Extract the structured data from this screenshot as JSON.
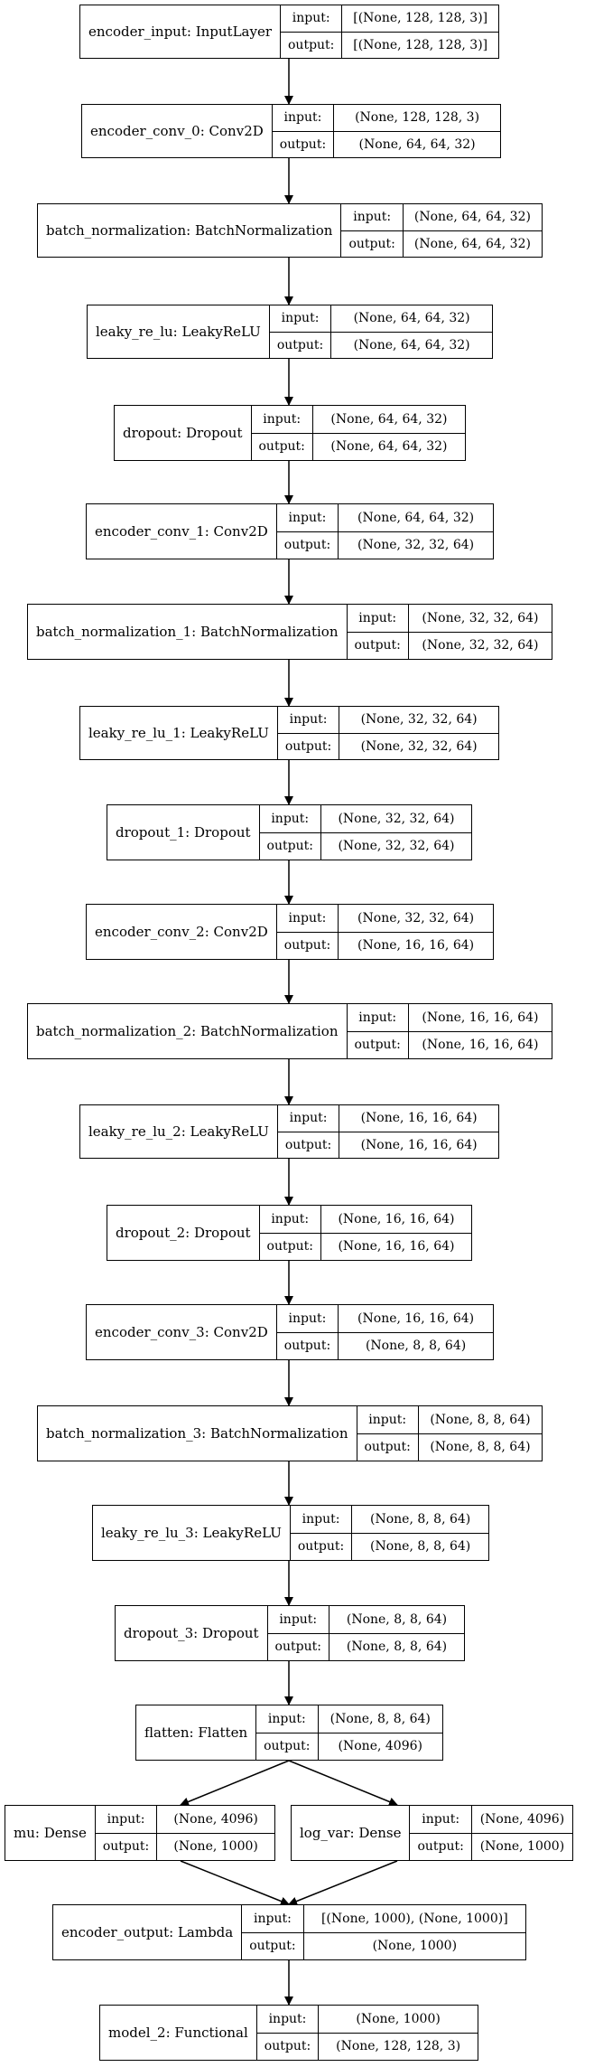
{
  "diagram": {
    "io_labels": {
      "input": "input:",
      "output": "output:"
    },
    "nodes": [
      {
        "id": "encoder_input",
        "name": "encoder_input: InputLayer",
        "input": "[(None, 128, 128, 3)]",
        "output": "[(None, 128, 128, 3)]"
      },
      {
        "id": "encoder_conv_0",
        "name": "encoder_conv_0: Conv2D",
        "input": "(None, 128, 128, 3)",
        "output": "(None, 64, 64, 32)"
      },
      {
        "id": "batch_normalization",
        "name": "batch_normalization: BatchNormalization",
        "input": "(None, 64, 64, 32)",
        "output": "(None, 64, 64, 32)"
      },
      {
        "id": "leaky_re_lu",
        "name": "leaky_re_lu: LeakyReLU",
        "input": "(None, 64, 64, 32)",
        "output": "(None, 64, 64, 32)"
      },
      {
        "id": "dropout",
        "name": "dropout: Dropout",
        "input": "(None, 64, 64, 32)",
        "output": "(None, 64, 64, 32)"
      },
      {
        "id": "encoder_conv_1",
        "name": "encoder_conv_1: Conv2D",
        "input": "(None, 64, 64, 32)",
        "output": "(None, 32, 32, 64)"
      },
      {
        "id": "batch_normalization_1",
        "name": "batch_normalization_1: BatchNormalization",
        "input": "(None, 32, 32, 64)",
        "output": "(None, 32, 32, 64)"
      },
      {
        "id": "leaky_re_lu_1",
        "name": "leaky_re_lu_1: LeakyReLU",
        "input": "(None, 32, 32, 64)",
        "output": "(None, 32, 32, 64)"
      },
      {
        "id": "dropout_1",
        "name": "dropout_1: Dropout",
        "input": "(None, 32, 32, 64)",
        "output": "(None, 32, 32, 64)"
      },
      {
        "id": "encoder_conv_2",
        "name": "encoder_conv_2: Conv2D",
        "input": "(None, 32, 32, 64)",
        "output": "(None, 16, 16, 64)"
      },
      {
        "id": "batch_normalization_2",
        "name": "batch_normalization_2: BatchNormalization",
        "input": "(None, 16, 16, 64)",
        "output": "(None, 16, 16, 64)"
      },
      {
        "id": "leaky_re_lu_2",
        "name": "leaky_re_lu_2: LeakyReLU",
        "input": "(None, 16, 16, 64)",
        "output": "(None, 16, 16, 64)"
      },
      {
        "id": "dropout_2",
        "name": "dropout_2: Dropout",
        "input": "(None, 16, 16, 64)",
        "output": "(None, 16, 16, 64)"
      },
      {
        "id": "encoder_conv_3",
        "name": "encoder_conv_3: Conv2D",
        "input": "(None, 16, 16, 64)",
        "output": "(None, 8, 8, 64)"
      },
      {
        "id": "batch_normalization_3",
        "name": "batch_normalization_3: BatchNormalization",
        "input": "(None, 8, 8, 64)",
        "output": "(None, 8, 8, 64)"
      },
      {
        "id": "leaky_re_lu_3",
        "name": "leaky_re_lu_3: LeakyReLU",
        "input": "(None, 8, 8, 64)",
        "output": "(None, 8, 8, 64)"
      },
      {
        "id": "dropout_3",
        "name": "dropout_3: Dropout",
        "input": "(None, 8, 8, 64)",
        "output": "(None, 8, 8, 64)"
      },
      {
        "id": "flatten",
        "name": "flatten: Flatten",
        "input": "(None, 8, 8, 64)",
        "output": "(None, 4096)"
      },
      {
        "id": "mu",
        "name": "mu: Dense",
        "input": "(None, 4096)",
        "output": "(None, 1000)"
      },
      {
        "id": "log_var",
        "name": "log_var: Dense",
        "input": "(None, 4096)",
        "output": "(None, 1000)"
      },
      {
        "id": "encoder_output",
        "name": "encoder_output: Lambda",
        "input": "[(None, 1000), (None, 1000)]",
        "output": "(None, 1000)"
      },
      {
        "id": "model_2",
        "name": "model_2: Functional",
        "input": "(None, 1000)",
        "output": "(None, 128, 128, 3)"
      }
    ],
    "edges": [
      [
        "encoder_input",
        "encoder_conv_0"
      ],
      [
        "encoder_conv_0",
        "batch_normalization"
      ],
      [
        "batch_normalization",
        "leaky_re_lu"
      ],
      [
        "leaky_re_lu",
        "dropout"
      ],
      [
        "dropout",
        "encoder_conv_1"
      ],
      [
        "encoder_conv_1",
        "batch_normalization_1"
      ],
      [
        "batch_normalization_1",
        "leaky_re_lu_1"
      ],
      [
        "leaky_re_lu_1",
        "dropout_1"
      ],
      [
        "dropout_1",
        "encoder_conv_2"
      ],
      [
        "encoder_conv_2",
        "batch_normalization_2"
      ],
      [
        "batch_normalization_2",
        "leaky_re_lu_2"
      ],
      [
        "leaky_re_lu_2",
        "dropout_2"
      ],
      [
        "dropout_2",
        "encoder_conv_3"
      ],
      [
        "encoder_conv_3",
        "batch_normalization_3"
      ],
      [
        "batch_normalization_3",
        "leaky_re_lu_3"
      ],
      [
        "leaky_re_lu_3",
        "dropout_3"
      ],
      [
        "dropout_3",
        "flatten"
      ],
      [
        "flatten",
        "mu"
      ],
      [
        "flatten",
        "log_var"
      ],
      [
        "mu",
        "encoder_output"
      ],
      [
        "log_var",
        "encoder_output"
      ],
      [
        "encoder_output",
        "model_2"
      ]
    ]
  }
}
